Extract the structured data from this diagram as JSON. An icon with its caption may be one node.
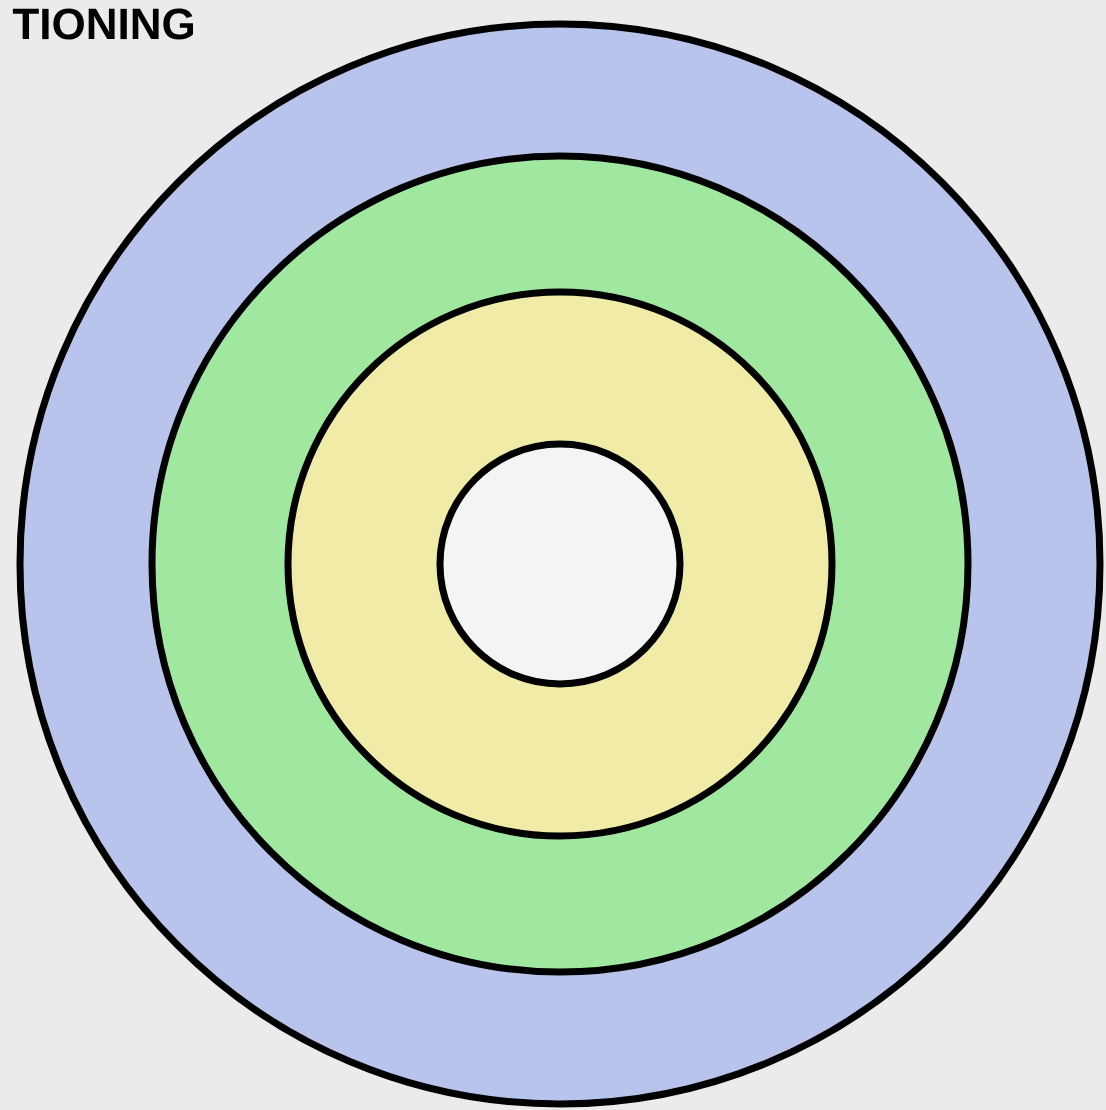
{
  "diagram": {
    "title": "TIONING",
    "nodes": [
      {
        "text": [],
        "shape": "circle"
      },
      {
        "text": [],
        "shape": "circle",
        "in": 0
      },
      {
        "text": [],
        "shape": "circle",
        "in": 1
      },
      {
        "text": [],
        "shape": "circle",
        "in": 2
      }
    ]
  }
}
